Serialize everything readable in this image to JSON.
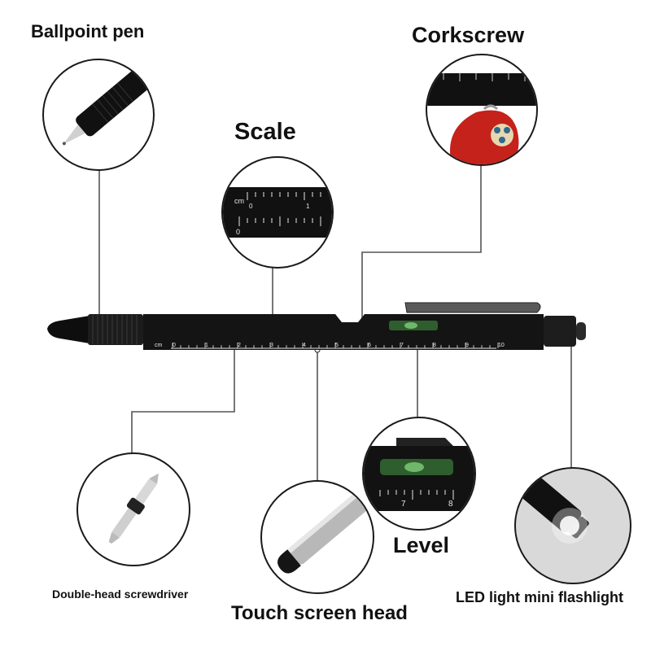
{
  "labels": {
    "ballpoint": "Ballpoint pen",
    "corkscrew": "Corkscrew",
    "scale": "Scale",
    "level": "Level",
    "screwdriver": "Double-head screwdriver",
    "touch": "Touch screen head",
    "led": "LED light mini flashlight"
  },
  "scale_unit": "cm",
  "ruler_numbers": [
    "0",
    "1",
    "2",
    "3",
    "4",
    "5",
    "6",
    "7",
    "8",
    "9",
    "10"
  ],
  "detail_numbers": {
    "scale_top": "0",
    "scale_top_right": "1",
    "scale_bottom": "0",
    "level_left": "7",
    "level_right": "8"
  },
  "colors": {
    "pen_body": "#141414",
    "ruler_marks": "#e8e8e8",
    "leader_lines": "#555555",
    "corkscrew_red": "#c4221b",
    "bubble_green": "#3c8a3a"
  }
}
